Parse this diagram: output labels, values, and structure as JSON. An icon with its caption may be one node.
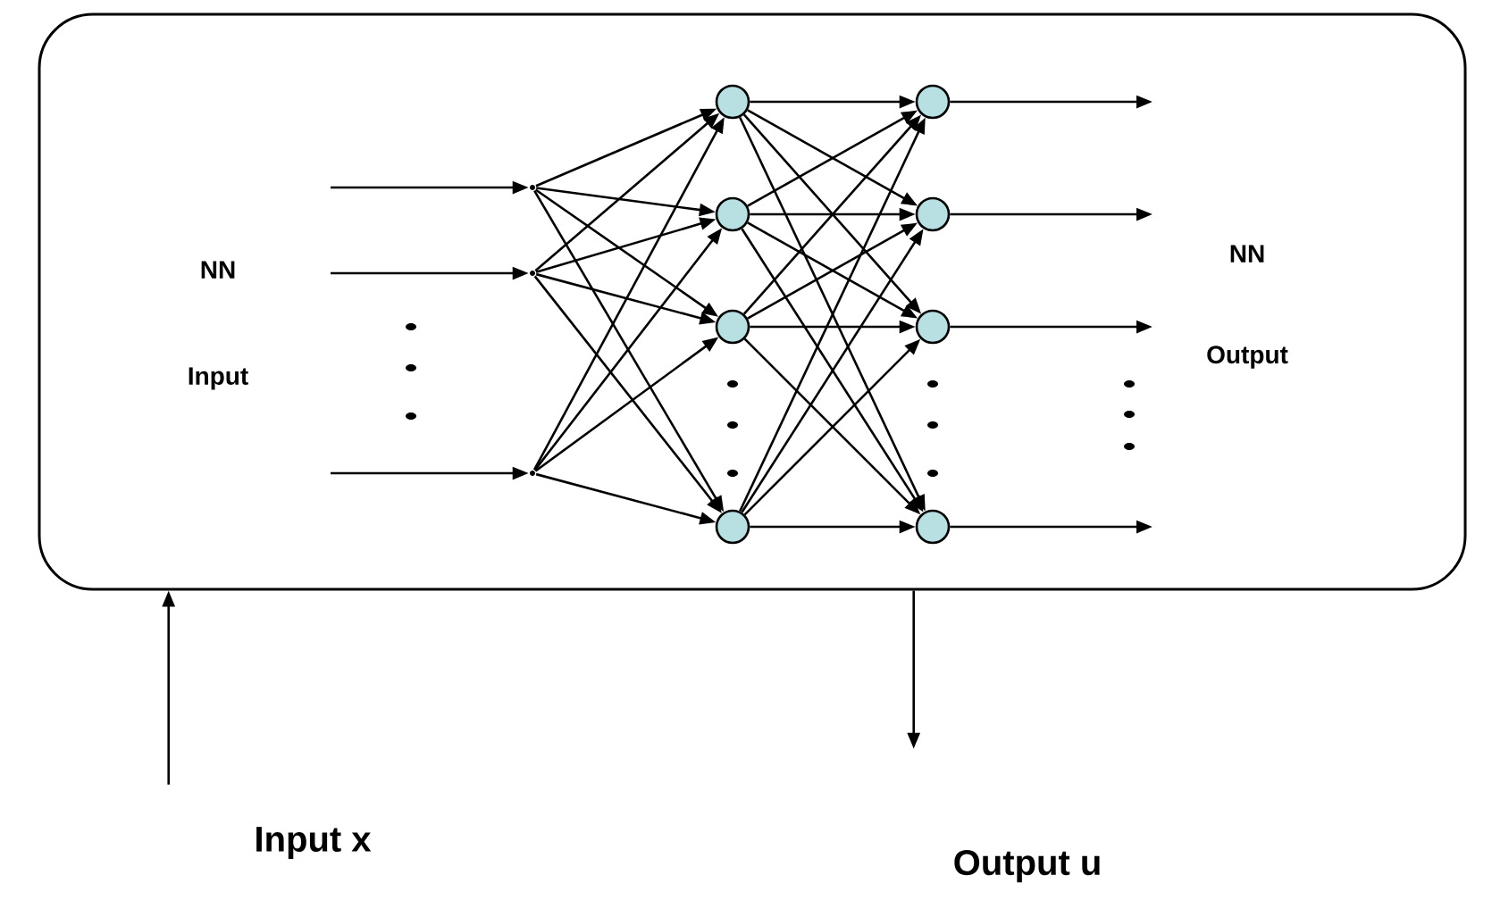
{
  "diagram": {
    "nodes": [
      {
        "text": [],
        "shape": "box"
      },
      {
        "text": [],
        "shape": "point",
        "in": 0
      },
      {
        "text": [],
        "shape": "point",
        "in": 0
      },
      {
        "text": [],
        "shape": "point",
        "in": 0
      },
      {
        "text": [],
        "shape": "circle",
        "in": 0
      },
      {
        "text": [],
        "shape": "circle",
        "in": 0
      },
      {
        "text": [],
        "shape": "circle",
        "in": 0
      },
      {
        "text": [],
        "shape": "circle",
        "in": 0
      },
      {
        "text": [],
        "shape": "circle",
        "in": 0
      },
      {
        "text": [],
        "shape": "circle",
        "in": 0
      },
      {
        "text": [],
        "shape": "circle",
        "in": 0
      },
      {
        "text": [],
        "shape": "circle",
        "in": 0
      },
      {
        "text": [
          "Input  x"
        ]
      },
      {
        "text": [
          "Output  u"
        ]
      }
    ],
    "edges": [
      {
        "from": null,
        "to": 1,
        "arrow": "to"
      },
      {
        "from": null,
        "to": 2,
        "arrow": "to"
      },
      {
        "from": null,
        "to": 3,
        "arrow": "to"
      },
      {
        "from": 1,
        "to": 4,
        "arrow": "to"
      },
      {
        "from": 1,
        "to": 5,
        "arrow": "to"
      },
      {
        "from": 1,
        "to": 6,
        "arrow": "to"
      },
      {
        "from": 1,
        "to": 7,
        "arrow": "to"
      },
      {
        "from": 2,
        "to": 4,
        "arrow": "to"
      },
      {
        "from": 2,
        "to": 5,
        "arrow": "to"
      },
      {
        "from": 2,
        "to": 6,
        "arrow": "to"
      },
      {
        "from": 2,
        "to": 7,
        "arrow": "to"
      },
      {
        "from": 3,
        "to": 4,
        "arrow": "to"
      },
      {
        "from": 3,
        "to": 5,
        "arrow": "to"
      },
      {
        "from": 3,
        "to": 6,
        "arrow": "to"
      },
      {
        "from": 3,
        "to": 7,
        "arrow": "to"
      },
      {
        "from": 4,
        "to": 8,
        "arrow": "to"
      },
      {
        "from": 4,
        "to": 9,
        "arrow": "to"
      },
      {
        "from": 4,
        "to": 10,
        "arrow": "to"
      },
      {
        "from": 4,
        "to": 11,
        "arrow": "to"
      },
      {
        "from": 5,
        "to": 8,
        "arrow": "to"
      },
      {
        "from": 5,
        "to": 9,
        "arrow": "to"
      },
      {
        "from": 5,
        "to": 10,
        "arrow": "to"
      },
      {
        "from": 5,
        "to": 11,
        "arrow": "to"
      },
      {
        "from": 6,
        "to": 8,
        "arrow": "to"
      },
      {
        "from": 6,
        "to": 9,
        "arrow": "to"
      },
      {
        "from": 6,
        "to": 10,
        "arrow": "to"
      },
      {
        "from": 6,
        "to": 11,
        "arrow": "to"
      },
      {
        "from": 7,
        "to": 8,
        "arrow": "to"
      },
      {
        "from": 7,
        "to": 9,
        "arrow": "to"
      },
      {
        "from": 7,
        "to": 10,
        "arrow": "to"
      },
      {
        "from": 7,
        "to": 11,
        "arrow": "to"
      },
      {
        "from": 8,
        "to": null,
        "arrow": "to"
      },
      {
        "from": 9,
        "to": null,
        "arrow": "to"
      },
      {
        "from": 10,
        "to": null,
        "arrow": "to"
      },
      {
        "from": 11,
        "to": null,
        "arrow": "to"
      },
      {
        "from": 12,
        "to": 0,
        "arrow": "to"
      },
      {
        "from": 0,
        "to": 13,
        "arrow": "to"
      }
    ],
    "labels": [
      "NN",
      "Input",
      "NN",
      "Output"
    ]
  }
}
